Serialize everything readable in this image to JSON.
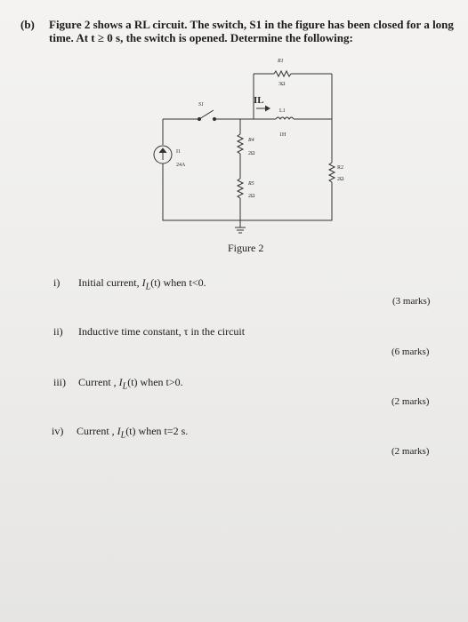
{
  "question": {
    "label": "(b)",
    "intro": "Figure 2 shows a RL circuit. The switch, S1 in the figure has been closed for a long time. At t ≥ 0 s, the switch is opened. Determine the following:"
  },
  "figure": {
    "caption": "Figure 2",
    "labels": {
      "r1_name": "R1",
      "r1_value": "3Ω",
      "l1_name": "L1",
      "l1_value": "1H",
      "switch_name": "S1",
      "current_label": "IL",
      "i1_name": "I1",
      "i1_value": "24A",
      "r4_name": "R4",
      "r4_value": "2Ω",
      "r5_name": "R5",
      "r5_value": "2Ω",
      "r2_name": "R2",
      "r2_value": "2Ω"
    }
  },
  "parts": [
    {
      "number": "i)",
      "text_before": "Initial current, ",
      "symbol": "I",
      "sub": "L",
      "text_after": "(t) when t<0.",
      "marks": "(3 marks)"
    },
    {
      "number": "ii)",
      "text_before": "Inductive time constant, τ in the circuit",
      "symbol": "",
      "sub": "",
      "text_after": "",
      "marks": "(6 marks)"
    },
    {
      "number": "iii)",
      "text_before": "Current , ",
      "symbol": "I",
      "sub": "L",
      "text_after": "(t) when t>0.",
      "marks": "(2 marks)"
    },
    {
      "number": "iv)",
      "text_before": "Current , ",
      "symbol": "I",
      "sub": "L",
      "text_after": "(t) when t=2 s.",
      "marks": "(2 marks)"
    }
  ]
}
